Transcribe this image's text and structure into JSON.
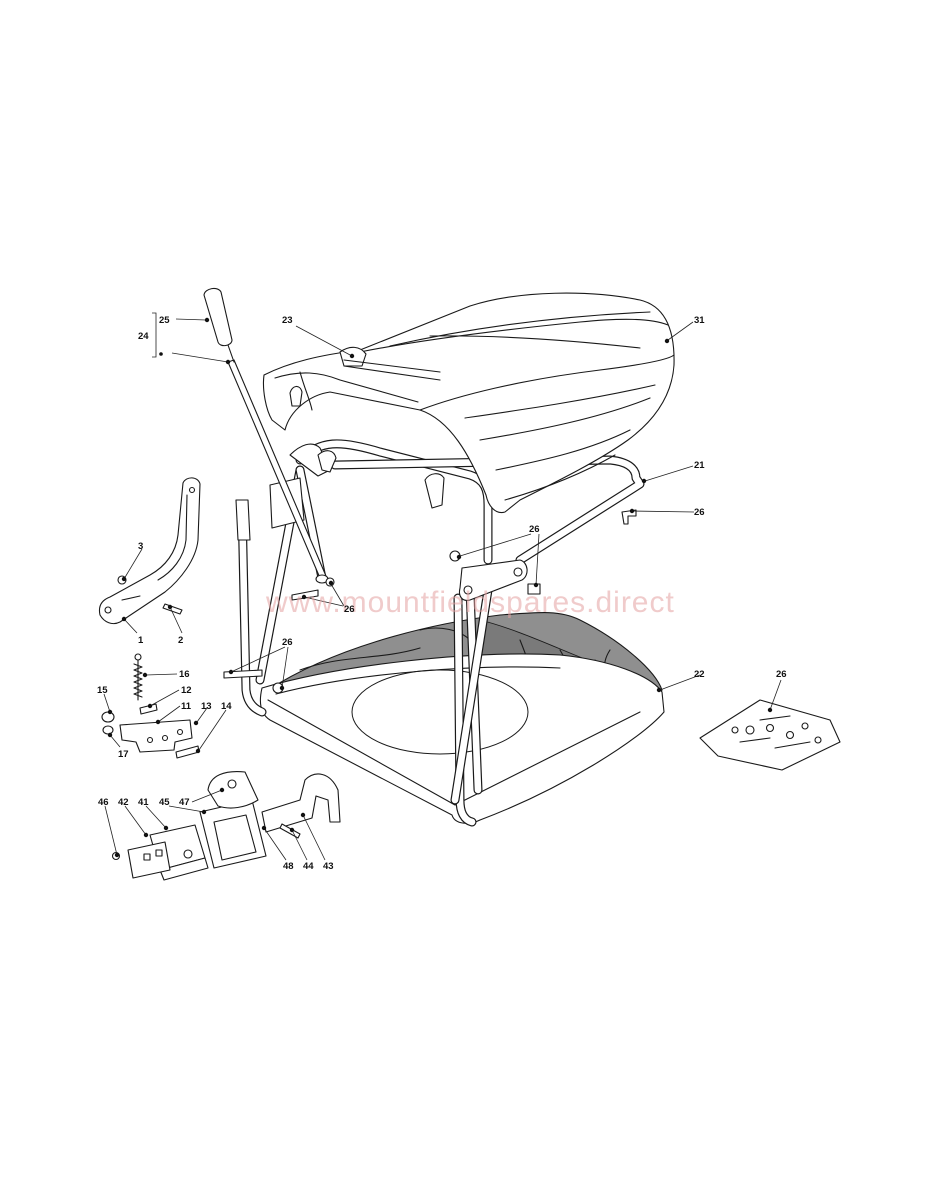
{
  "watermark": "www.mountfieldspares.direct",
  "callouts": [
    {
      "id": "c25",
      "text": "25"
    },
    {
      "id": "c24",
      "text": "24"
    },
    {
      "id": "c23",
      "text": "23"
    },
    {
      "id": "c31",
      "text": "31"
    },
    {
      "id": "c21",
      "text": "21"
    },
    {
      "id": "c26a",
      "text": "26"
    },
    {
      "id": "c26b",
      "text": "26"
    },
    {
      "id": "c26c",
      "text": "26"
    },
    {
      "id": "c26d",
      "text": "26"
    },
    {
      "id": "c26e",
      "text": "26"
    },
    {
      "id": "c3",
      "text": "3"
    },
    {
      "id": "c1",
      "text": "1"
    },
    {
      "id": "c2",
      "text": "2"
    },
    {
      "id": "c16",
      "text": "16"
    },
    {
      "id": "c15",
      "text": "15"
    },
    {
      "id": "c12",
      "text": "12"
    },
    {
      "id": "c11",
      "text": "11"
    },
    {
      "id": "c13",
      "text": "13"
    },
    {
      "id": "c14",
      "text": "14"
    },
    {
      "id": "c17",
      "text": "17"
    },
    {
      "id": "c22",
      "text": "22"
    },
    {
      "id": "c46",
      "text": "46"
    },
    {
      "id": "c42",
      "text": "42"
    },
    {
      "id": "c41",
      "text": "41"
    },
    {
      "id": "c45",
      "text": "45"
    },
    {
      "id": "c47",
      "text": "47"
    },
    {
      "id": "c48",
      "text": "48"
    },
    {
      "id": "c44",
      "text": "44"
    },
    {
      "id": "c43",
      "text": "43"
    }
  ],
  "colors": {
    "line": "#1a1a1a",
    "bag_fill": "#8f8f8f",
    "bag_dark": "#6e6e6e",
    "watermark": "#e3a0a0"
  }
}
